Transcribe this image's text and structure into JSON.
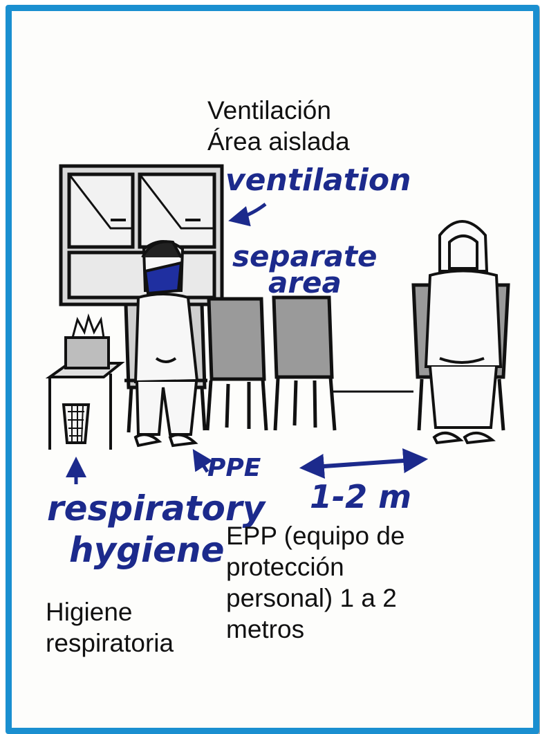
{
  "captions": {
    "top_line1": "Ventilación",
    "top_line2": "Área aislada",
    "epp_line1": "EPP (equipo de",
    "epp_line2": "protección",
    "epp_line3": "personal) 1 a 2",
    "epp_line4": "metros",
    "hygiene_line1": "Higiene",
    "hygiene_line2": "respiratoria"
  },
  "handwritten": {
    "ventilation": "ventilation",
    "separate": "separate",
    "area": "area",
    "ppe": "PPE",
    "distance": "1-2 m",
    "respiratory": "respiratory",
    "hygiene": "hygiene"
  },
  "colors": {
    "frame": "#1a8fd0",
    "ink_blue": "#1c2a8c",
    "ink_black": "#111111"
  }
}
